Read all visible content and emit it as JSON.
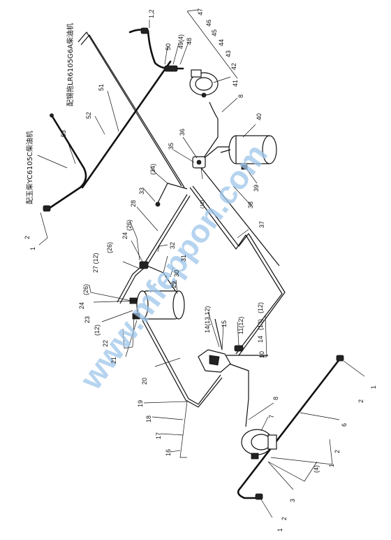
{
  "annotations": {
    "yuchai_engine": "配玉柴YC6105C柴油机",
    "xichai_engine": "配锡拖LR6105G6A柴油机"
  },
  "watermark": "www.mfeppon.com",
  "labels": {
    "l1_2_top": "1,2",
    "l47": "47",
    "l46": "46",
    "l45": "45",
    "l44": "44",
    "l43": "43",
    "l42": "42",
    "l50": "50",
    "l49_4": "49(4)",
    "l48": "48",
    "l41": "41",
    "l51": "51",
    "l8_top": "8",
    "l52": "52",
    "l53": "53",
    "l40": "40",
    "l36": "36",
    "l35": "35",
    "l34": "(34)",
    "l33": "33",
    "l12_mid": "(12)",
    "l39": "39",
    "l38": "38",
    "l2_left": "2",
    "l1_left": "1",
    "l28": "28",
    "l26_a": "(26)",
    "l24_a": "24",
    "l26_b": "(26)",
    "l27_12": "27 (12)",
    "l32": "32",
    "l31": "31",
    "l30": "30",
    "l29": "29",
    "l37": "37",
    "l26_c": "(26)",
    "l24_b": "24",
    "l23": "23",
    "l12_b": "(12)",
    "l22": "22",
    "l21": "21",
    "l14_13_12": "14(13,12)",
    "l15": "15",
    "l11_12": "11(12)",
    "l12_r": "(12)",
    "l13_r": "(13)",
    "l14_r": "14",
    "l10": "10",
    "l20": "20",
    "l19": "19",
    "l18": "18",
    "l17": "17",
    "l16": "16",
    "l8_bot": "8",
    "l7": "7",
    "l6": "6",
    "l1_r": "1",
    "l2_r": "2",
    "l1_br": "1",
    "l2_br": "2",
    "l4_br": "(4)",
    "l3": "3",
    "l2_bot": "2",
    "l1_bot": "1"
  }
}
